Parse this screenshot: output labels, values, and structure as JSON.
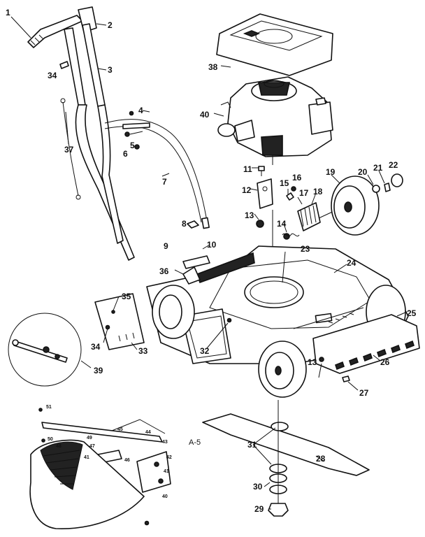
{
  "diagram": {
    "labels": {
      "n1": "1",
      "n2": "2",
      "n3": "3",
      "n4": "4",
      "n5": "5",
      "n6": "6",
      "n7": "7",
      "n8": "8",
      "n9": "9",
      "n10": "10",
      "n11": "11",
      "n12": "12",
      "n13a": "13",
      "n13b": "13",
      "n14": "14",
      "n15": "15",
      "n16": "16",
      "n17": "17",
      "n18": "18",
      "n19": "19",
      "n20": "20",
      "n21": "21",
      "n22": "22",
      "n23": "23",
      "n24": "24",
      "n25": "25",
      "n26": "26",
      "n27": "27",
      "n28": "28",
      "n29": "29",
      "n30": "30",
      "n31": "31",
      "n32": "32",
      "n33": "33",
      "n34a": "34",
      "n34b": "34",
      "n35": "35",
      "n36": "36",
      "n37": "37",
      "n38": "38",
      "n39": "39",
      "n40": "40",
      "s51": "51",
      "s50": "50",
      "s45": "45",
      "s44": "44",
      "s43": "43",
      "s42": "42",
      "s41": "41",
      "s46": "46",
      "s47": "47",
      "s48": "48",
      "s49": "49",
      "s41b": "41",
      "s40": "40",
      "page_code": "A-5"
    }
  }
}
